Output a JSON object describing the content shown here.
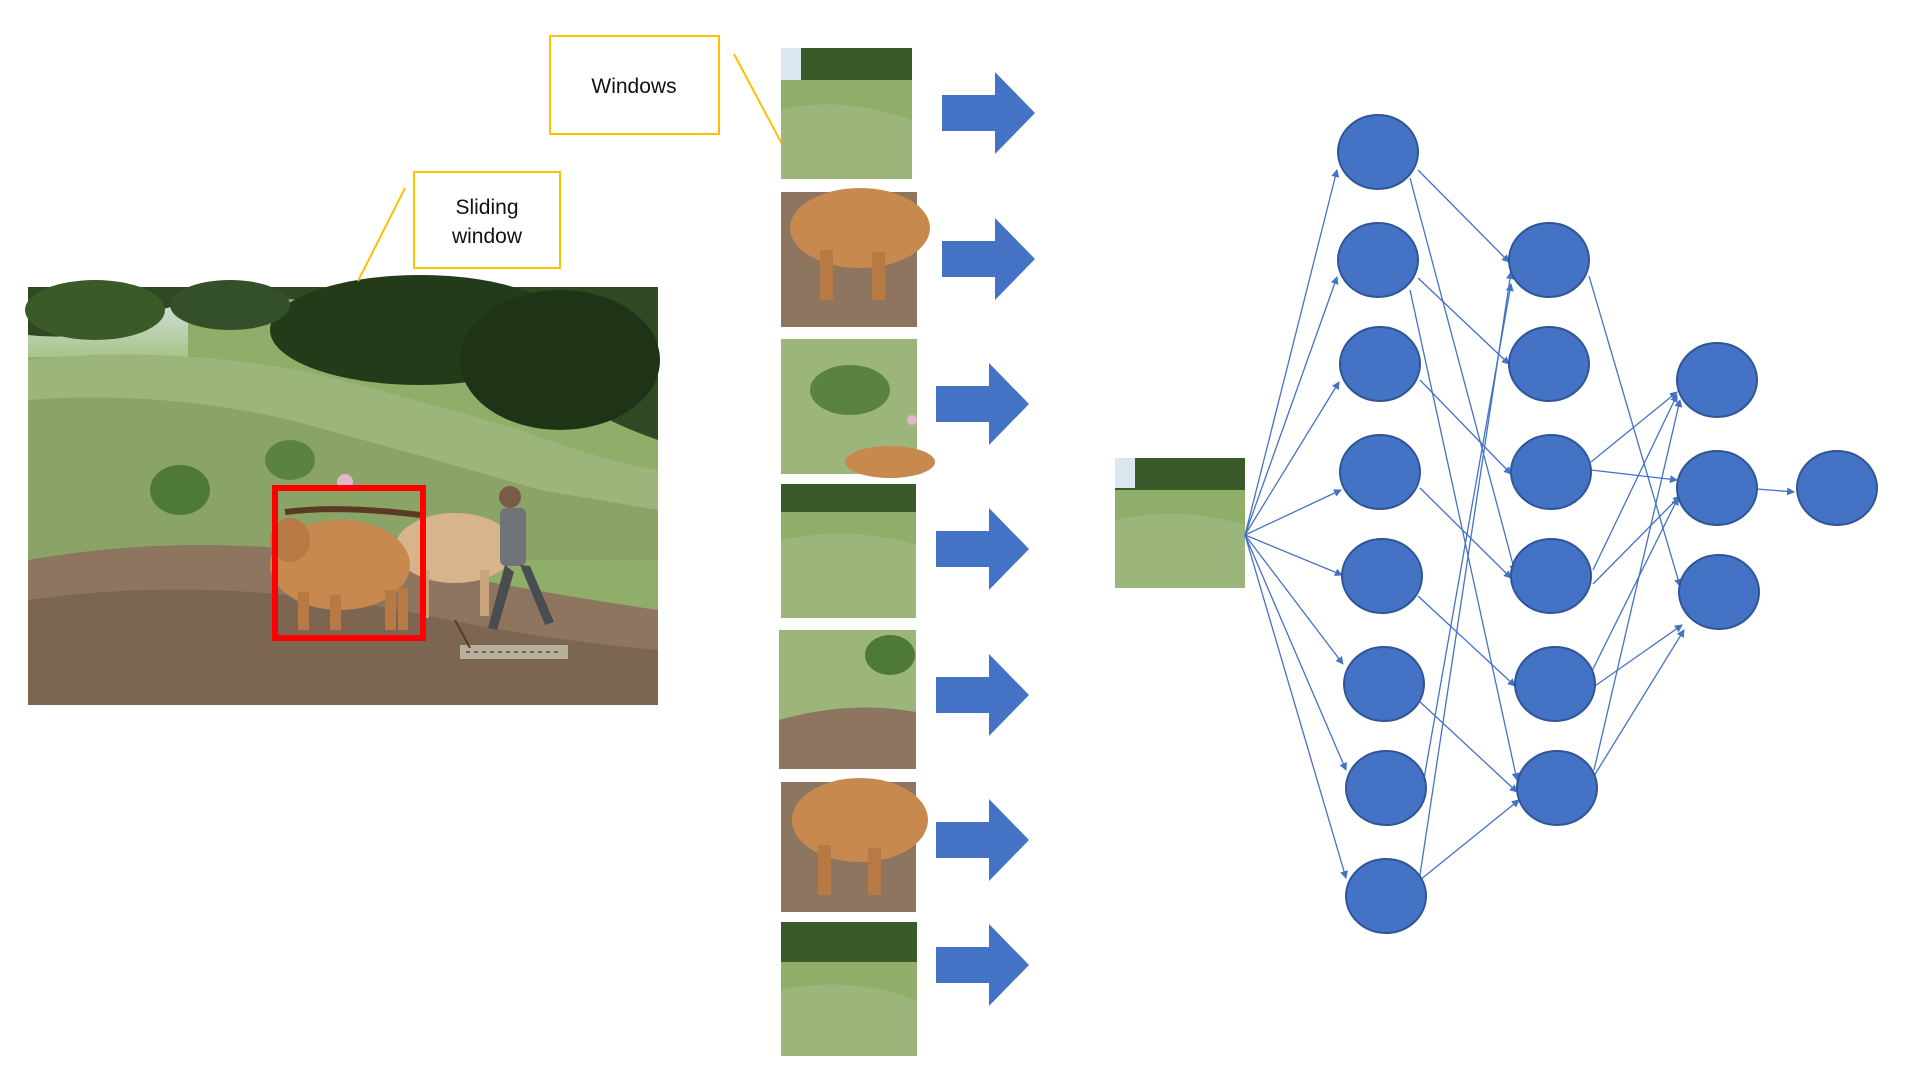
{
  "labels": {
    "sliding_window_line1": "Sliding",
    "sliding_window_line2": "window",
    "windows": "Windows"
  },
  "colors": {
    "callout_border": "#FFC000",
    "selection_box": "#FF0000",
    "arrow_fill": "#4472C4",
    "node_fill": "#4472C4",
    "node_stroke": "#2F5597",
    "edge": "#4472C4"
  },
  "scene": {
    "main_photo": [
      "grassy-hillside",
      "trees",
      "two-oxen",
      "farmer-walking",
      "harrow",
      "plowed-soil"
    ],
    "window_crops": [
      "grass",
      "ox-body",
      "grass-and-ox",
      "grass",
      "grass-and-soil",
      "ox-body",
      "trees-and-grass"
    ]
  },
  "network": {
    "layer_sizes": [
      8,
      6,
      3,
      1
    ],
    "input": "grass-window-crop"
  }
}
